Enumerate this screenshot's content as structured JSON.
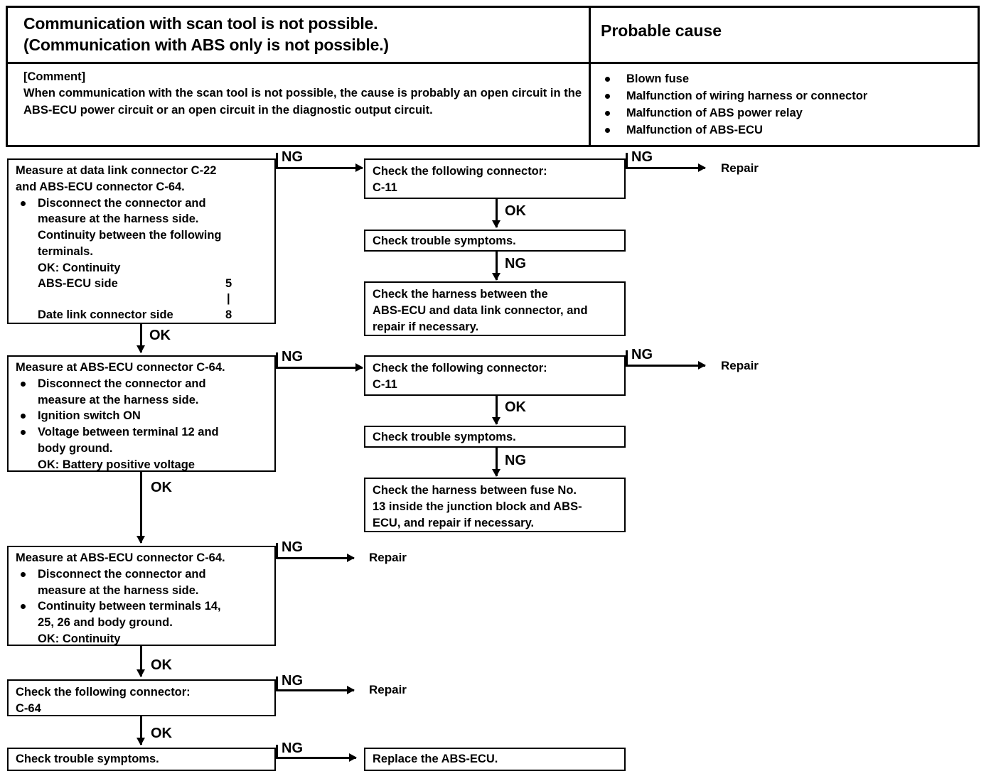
{
  "header": {
    "title_line1": "Communication with scan tool is not possible.",
    "title_line2": "(Communication with ABS only is not possible.)",
    "probable_cause_title": "Probable cause",
    "comment_label": "[Comment]",
    "comment_body": "When communication with the scan tool is not possible, the cause is probably an open circuit in the ABS-ECU power circuit or an open circuit in the diagnostic output circuit.",
    "causes": [
      "Blown fuse",
      "Malfunction of wiring harness or connector",
      "Malfunction of ABS power relay",
      "Malfunction of ABS-ECU"
    ]
  },
  "flow": {
    "step1": {
      "title_line1": "Measure at data link connector C-22",
      "title_line2": "and ABS-ECU connector C-64.",
      "bullet1_line1": "Disconnect the connector and",
      "bullet1_line2": "measure at the harness side.",
      "bullet1_line3": "Continuity between the following",
      "bullet1_line4": "terminals.",
      "ok_label": "OK: Continuity",
      "row1_label": "ABS-ECU side",
      "row1_terminal": "5",
      "connector_bar": "|",
      "row2_label": "Date link connector side",
      "row2_terminal": "8"
    },
    "step2": {
      "title": "Measure at ABS-ECU connector C-64.",
      "bullet1_line1": "Disconnect the connector and",
      "bullet1_line2": "measure at the harness side.",
      "bullet2": "Ignition switch ON",
      "bullet3_line1": "Voltage between terminal 12 and",
      "bullet3_line2": "body ground.",
      "ok_label": "OK: Battery positive voltage"
    },
    "step3": {
      "title": "Measure at ABS-ECU connector C-64.",
      "bullet1_line1": "Disconnect the connector and",
      "bullet1_line2": "measure at the harness side.",
      "bullet2_line1": "Continuity between terminals 14,",
      "bullet2_line2": "25, 26 and body ground.",
      "ok_label": "OK: Continuity"
    },
    "step4": {
      "title": "Check the following connector:",
      "connector": "C-64"
    },
    "step5": {
      "title": "Check trouble symptoms."
    },
    "branch_a": {
      "connector_check_title": "Check the following connector:",
      "connector_check_value": "C-11",
      "trouble_symptoms": "Check trouble symptoms.",
      "harness_line1": "Check the harness between the",
      "harness_line2": "ABS-ECU and data link connector, and",
      "harness_line3": "repair if necessary."
    },
    "branch_b": {
      "connector_check_title": "Check the following connector:",
      "connector_check_value": "C-11",
      "trouble_symptoms": "Check trouble symptoms.",
      "harness_line1": "Check the harness between fuse No.",
      "harness_line2": "13 inside the junction block and ABS-",
      "harness_line3": "ECU, and repair if necessary."
    },
    "terminal_repair_1": "Repair",
    "terminal_repair_2": "Repair",
    "terminal_repair_3": "Repair",
    "terminal_repair_4": "Repair",
    "terminal_replace": "Replace the ABS-ECU.",
    "labels": {
      "ng": "NG",
      "ok": "OK"
    }
  }
}
